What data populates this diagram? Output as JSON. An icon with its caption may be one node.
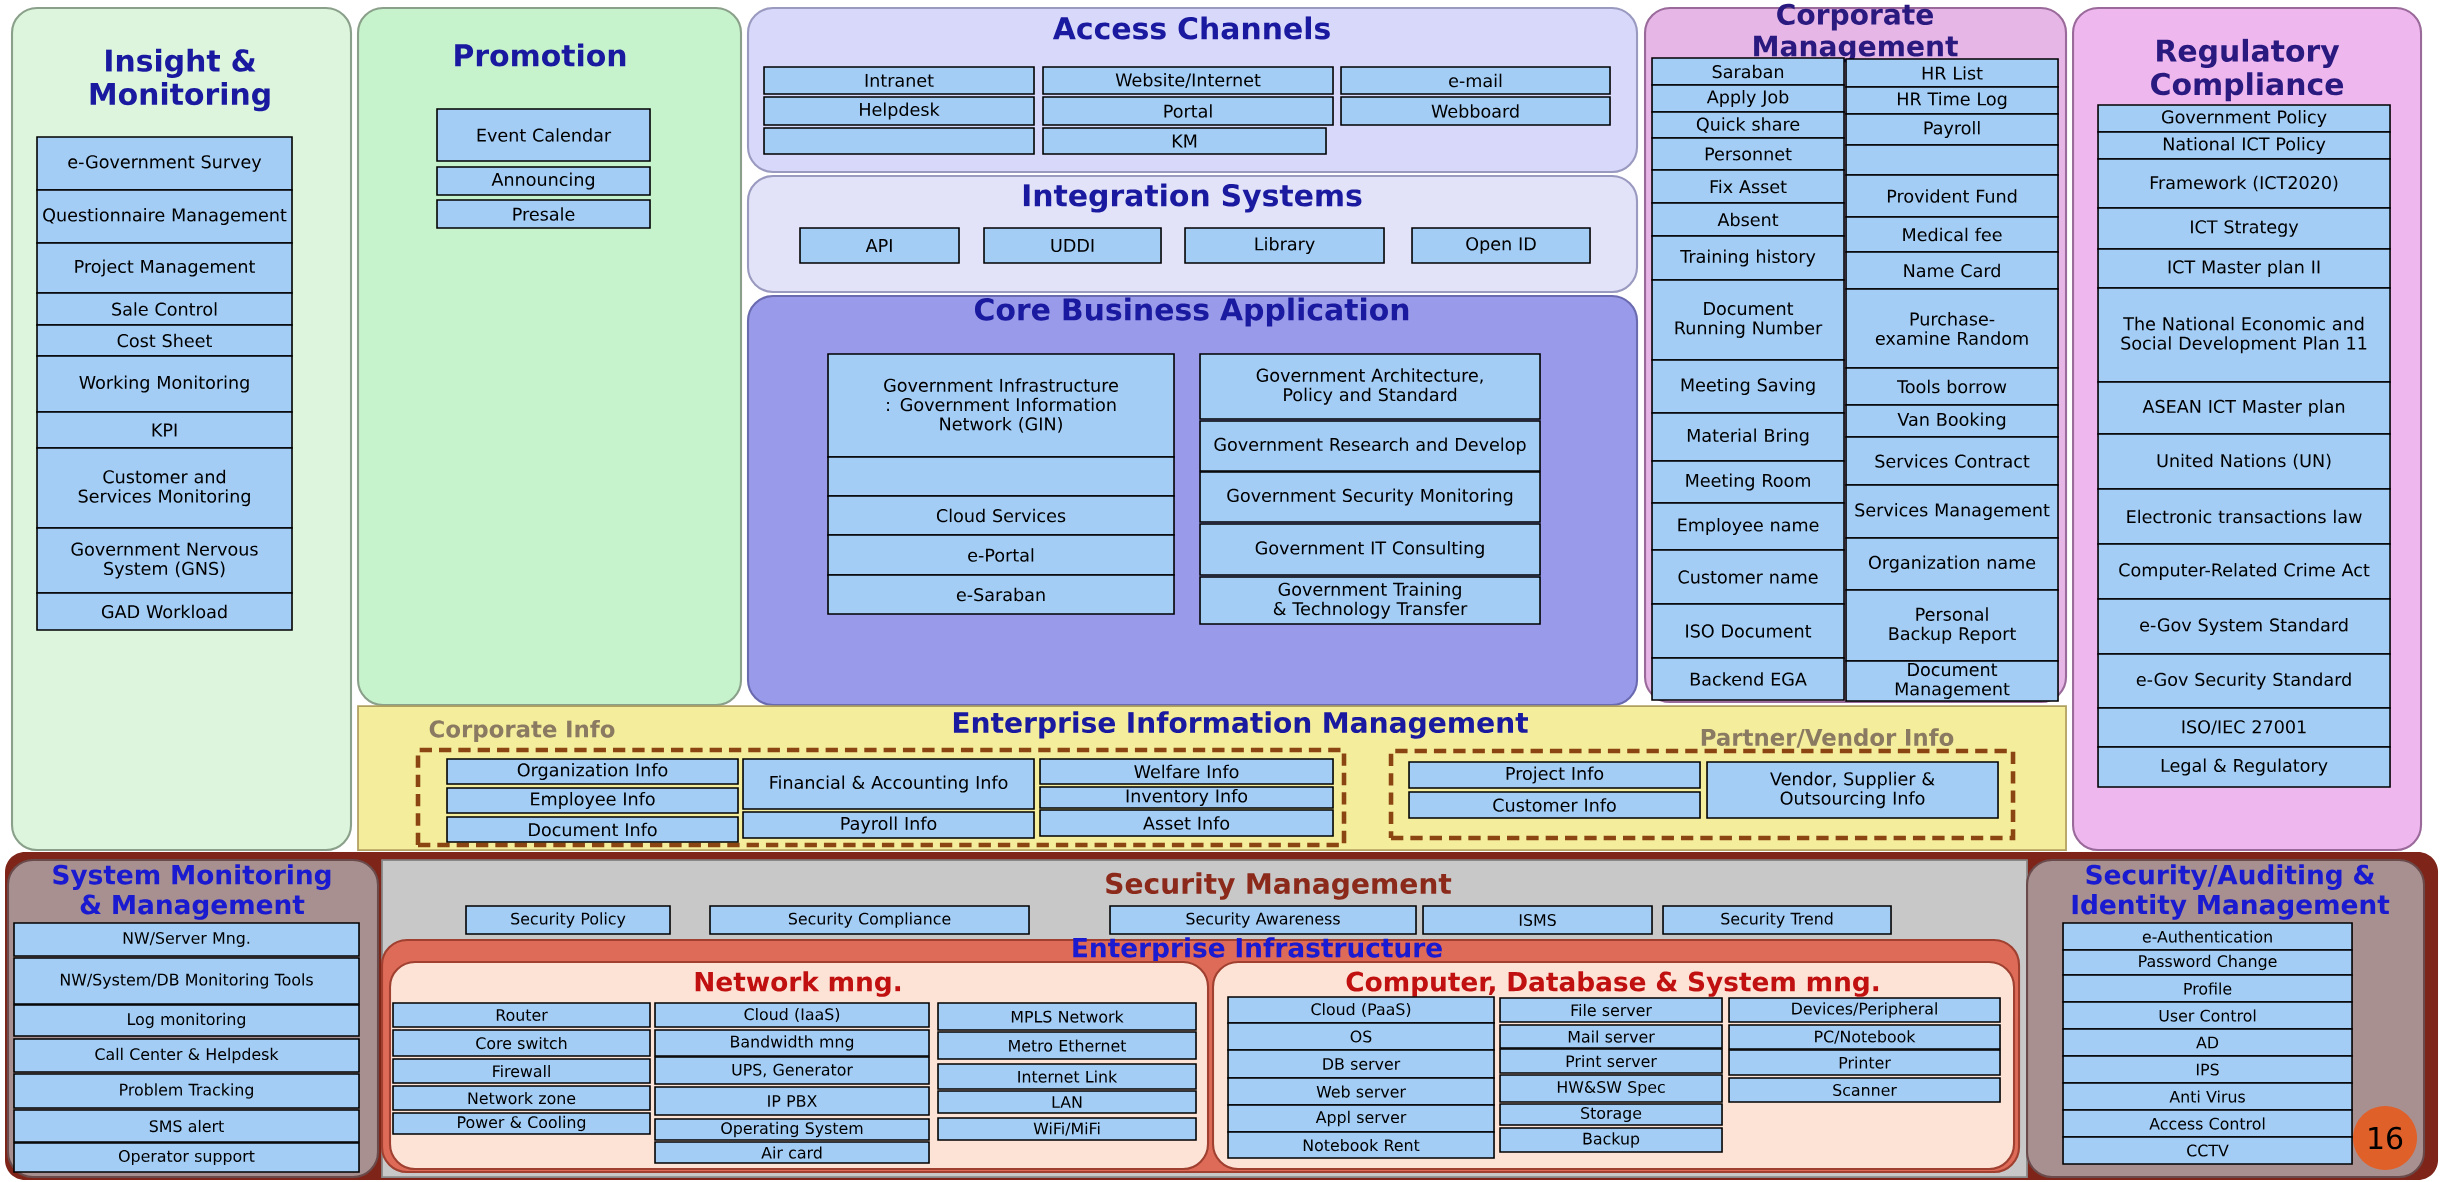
{
  "diagram": {
    "nodes": [
      {
        "text": [
          "Insight & Monitoring"
        ]
      },
      {
        "text": [
          "e-Government Survey"
        ],
        "in": 0
      },
      {
        "text": [
          "Questionnaire Management"
        ],
        "in": 0
      },
      {
        "text": [
          "Project Management"
        ],
        "in": 0
      },
      {
        "text": [
          "Sale Control"
        ],
        "in": 0
      },
      {
        "text": [
          "Cost Sheet"
        ],
        "in": 0
      },
      {
        "text": [
          "Working Monitoring"
        ],
        "in": 0
      },
      {
        "text": [
          "KPI"
        ],
        "in": 0
      },
      {
        "text": [
          "Customer and Services Monitoring"
        ],
        "in": 0
      },
      {
        "text": [
          "Government Nervous System (GNS)"
        ],
        "in": 0
      },
      {
        "text": [
          "GAD Workload"
        ],
        "in": 0
      },
      {
        "text": [
          "Promotion"
        ]
      },
      {
        "text": [
          "Event Calendar"
        ],
        "in": 11
      },
      {
        "text": [
          "Announcing"
        ],
        "in": 11
      },
      {
        "text": [
          "Presale"
        ],
        "in": 11
      },
      {
        "text": [
          "Access Channels"
        ]
      },
      {
        "text": [
          "Intranet"
        ],
        "in": 15
      },
      {
        "text": [
          "Website/Internet"
        ],
        "in": 15
      },
      {
        "text": [
          "e-mail"
        ],
        "in": 15
      },
      {
        "text": [
          "Helpdesk"
        ],
        "in": 15
      },
      {
        "text": [
          "Portal"
        ],
        "in": 15
      },
      {
        "text": [
          "Webboard"
        ],
        "in": 15
      },
      {
        "text": [],
        "shape": "box",
        "in": 15
      },
      {
        "text": [
          "KM"
        ],
        "in": 15
      },
      {
        "text": [
          "Integration Systems"
        ]
      },
      {
        "text": [
          "API"
        ],
        "in": 24
      },
      {
        "text": [
          "UDDI"
        ],
        "in": 24
      },
      {
        "text": [
          "Library"
        ],
        "in": 24
      },
      {
        "text": [
          "Open ID"
        ],
        "in": 24
      },
      {
        "text": [
          "Core Business Application"
        ]
      },
      {
        "text": [
          "Government Infrastructure : Government Information Network (GIN)"
        ],
        "in": 29
      },
      {
        "text": [],
        "shape": "box",
        "in": 29
      },
      {
        "text": [
          "Cloud Services"
        ],
        "in": 29
      },
      {
        "text": [
          "e-Portal"
        ],
        "in": 29
      },
      {
        "text": [
          "e-Saraban"
        ],
        "in": 29
      },
      {
        "text": [
          "Government Architecture, Policy and Standard"
        ],
        "in": 29
      },
      {
        "text": [
          "Government Research and Develop"
        ],
        "in": 29
      },
      {
        "text": [
          "Government Security Monitoring"
        ],
        "in": 29
      },
      {
        "text": [
          "Government IT Consulting"
        ],
        "in": 29
      },
      {
        "text": [
          "Government Training & Technology Transfer"
        ],
        "in": 29
      },
      {
        "text": [
          "Corporate Management"
        ]
      },
      {
        "text": [
          "Saraban"
        ],
        "in": 40
      },
      {
        "text": [
          "Apply Job"
        ],
        "in": 40
      },
      {
        "text": [
          "Quick share"
        ],
        "in": 40
      },
      {
        "text": [
          "Personnet"
        ],
        "in": 40
      },
      {
        "text": [
          "Fix Asset"
        ],
        "in": 40
      },
      {
        "text": [
          "Absent"
        ],
        "in": 40
      },
      {
        "text": [
          "Training history"
        ],
        "in": 40
      },
      {
        "text": [
          "Document Running Number"
        ],
        "in": 40
      },
      {
        "text": [
          "Meeting Saving"
        ],
        "in": 40
      },
      {
        "text": [
          "Material Bring"
        ],
        "in": 40
      },
      {
        "text": [
          "Meeting Room"
        ],
        "in": 40
      },
      {
        "text": [
          "Employee name"
        ],
        "in": 40
      },
      {
        "text": [
          "Customer name"
        ],
        "in": 40
      },
      {
        "text": [
          "ISO Document"
        ],
        "in": 40
      },
      {
        "text": [
          "Backend EGA"
        ],
        "in": 40
      },
      {
        "text": [
          "HR List"
        ],
        "in": 40
      },
      {
        "text": [
          "HR Time Log"
        ],
        "in": 40
      },
      {
        "text": [
          "Payroll"
        ],
        "in": 40
      },
      {
        "text": [],
        "shape": "box",
        "in": 40
      },
      {
        "text": [
          "Provident Fund"
        ],
        "in": 40
      },
      {
        "text": [
          "Medical fee"
        ],
        "in": 40
      },
      {
        "text": [
          "Name Card"
        ],
        "in": 40
      },
      {
        "text": [
          "Purchase-examine Random"
        ],
        "in": 40
      },
      {
        "text": [
          "Tools borrow"
        ],
        "in": 40
      },
      {
        "text": [
          "Van Booking"
        ],
        "in": 40
      },
      {
        "text": [
          "Services Contract"
        ],
        "in": 40
      },
      {
        "text": [
          "Services Management"
        ],
        "in": 40
      },
      {
        "text": [
          "Organization name"
        ],
        "in": 40
      },
      {
        "text": [
          "Personal Backup Report"
        ],
        "in": 40
      },
      {
        "text": [
          "Document Management"
        ],
        "in": 40
      },
      {
        "text": [
          "Regulatory Compliance"
        ]
      },
      {
        "text": [
          "Government Policy"
        ],
        "in": 71
      },
      {
        "text": [
          "National ICT Policy"
        ],
        "in": 71
      },
      {
        "text": [
          "Framework (ICT2020)"
        ],
        "in": 71
      },
      {
        "text": [
          "ICT Strategy"
        ],
        "in": 71
      },
      {
        "text": [
          "ICT Master plan II"
        ],
        "in": 71
      },
      {
        "text": [
          "The National Economic and Social Development Plan 11"
        ],
        "in": 71
      },
      {
        "text": [
          "ASEAN ICT Master plan"
        ],
        "in": 71
      },
      {
        "text": [
          "United Nations (UN)"
        ],
        "in": 71
      },
      {
        "text": [
          "Electronic transactions law"
        ],
        "in": 71
      },
      {
        "text": [
          "Computer-Related Crime Act"
        ],
        "in": 71
      },
      {
        "text": [
          "e-Gov System Standard"
        ],
        "in": 71
      },
      {
        "text": [
          "e-Gov Security Standard"
        ],
        "in": 71
      },
      {
        "text": [
          "ISO/IEC 27001"
        ],
        "in": 71
      },
      {
        "text": [
          "Legal & Regulatory"
        ],
        "in": 71
      },
      {
        "text": [
          "Enterprise Information Management"
        ]
      },
      {
        "text": [
          "Corporate Info"
        ],
        "in": 86
      },
      {
        "text": [
          "Organization Info"
        ],
        "in": 87
      },
      {
        "text": [
          "Employee Info"
        ],
        "in": 87
      },
      {
        "text": [
          "Document Info"
        ],
        "in": 87
      },
      {
        "text": [
          "Financial & Accounting Info"
        ],
        "in": 87
      },
      {
        "text": [
          "Payroll Info"
        ],
        "in": 87
      },
      {
        "text": [
          "Welfare Info"
        ],
        "in": 87
      },
      {
        "text": [
          "Inventory Info"
        ],
        "in": 87
      },
      {
        "text": [
          "Asset Info"
        ],
        "in": 87
      },
      {
        "text": [
          "Partner/Vendor Info"
        ],
        "in": 86
      },
      {
        "text": [
          "Project Info"
        ],
        "in": 96
      },
      {
        "text": [
          "Customer Info"
        ],
        "in": 96
      },
      {
        "text": [
          "Vendor, Supplier & Outsourcing Info"
        ],
        "in": 96
      },
      {
        "text": [
          "System Monitoring & Management"
        ]
      },
      {
        "text": [
          "NW/Server Mng."
        ],
        "in": 100
      },
      {
        "text": [
          "NW/System/DB Monitoring Tools"
        ],
        "in": 100
      },
      {
        "text": [
          "Log monitoring"
        ],
        "in": 100
      },
      {
        "text": [
          "Call Center & Helpdesk"
        ],
        "in": 100
      },
      {
        "text": [
          "Problem Tracking"
        ],
        "in": 100
      },
      {
        "text": [
          "SMS alert"
        ],
        "in": 100
      },
      {
        "text": [
          "Operator support"
        ],
        "in": 100
      },
      {
        "text": [
          "Security Management"
        ]
      },
      {
        "text": [
          "Security Policy"
        ],
        "in": 108
      },
      {
        "text": [
          "Security Compliance"
        ],
        "in": 108
      },
      {
        "text": [
          "Security Awareness"
        ],
        "in": 108
      },
      {
        "text": [
          "ISMS"
        ],
        "in": 108
      },
      {
        "text": [
          "Security Trend"
        ],
        "in": 108
      },
      {
        "text": [
          "Enterprise Infrastructure"
        ],
        "in": 108
      },
      {
        "text": [
          "Network mng."
        ],
        "in": 114
      },
      {
        "text": [
          "Router"
        ],
        "in": 115
      },
      {
        "text": [
          "Core switch"
        ],
        "in": 115
      },
      {
        "text": [
          "Firewall"
        ],
        "in": 115
      },
      {
        "text": [
          "Network zone"
        ],
        "in": 115
      },
      {
        "text": [
          "Power & Cooling"
        ],
        "in": 115
      },
      {
        "text": [
          "Cloud (IaaS)"
        ],
        "in": 115
      },
      {
        "text": [
          "Bandwidth mng"
        ],
        "in": 115
      },
      {
        "text": [
          "UPS, Generator"
        ],
        "in": 115
      },
      {
        "text": [
          "IP PBX"
        ],
        "in": 115
      },
      {
        "text": [
          "Operating System"
        ],
        "in": 115
      },
      {
        "text": [
          "Air card"
        ],
        "in": 115
      },
      {
        "text": [
          "MPLS Network"
        ],
        "in": 115
      },
      {
        "text": [
          "Metro Ethernet"
        ],
        "in": 115
      },
      {
        "text": [
          "Internet Link"
        ],
        "in": 115
      },
      {
        "text": [
          "LAN"
        ],
        "in": 115
      },
      {
        "text": [
          "WiFi/MiFi"
        ],
        "in": 115
      },
      {
        "text": [
          "Computer, Database & System mng."
        ],
        "in": 114
      },
      {
        "text": [
          "Cloud (PaaS)"
        ],
        "in": 132
      },
      {
        "text": [
          "OS"
        ],
        "in": 132
      },
      {
        "text": [
          "DB server"
        ],
        "in": 132
      },
      {
        "text": [
          "Web server"
        ],
        "in": 132
      },
      {
        "text": [
          "Appl server"
        ],
        "in": 132
      },
      {
        "text": [
          "Notebook Rent"
        ],
        "in": 132
      },
      {
        "text": [
          "File server"
        ],
        "in": 132
      },
      {
        "text": [
          "Mail server"
        ],
        "in": 132
      },
      {
        "text": [
          "Print server"
        ],
        "in": 132
      },
      {
        "text": [
          "HW&SW Spec"
        ],
        "in": 132
      },
      {
        "text": [
          "Storage"
        ],
        "in": 132
      },
      {
        "text": [
          "Backup"
        ],
        "in": 132
      },
      {
        "text": [
          "Devices/Peripheral"
        ],
        "in": 132
      },
      {
        "text": [
          "PC/Notebook"
        ],
        "in": 132
      },
      {
        "text": [
          "Printer"
        ],
        "in": 132
      },
      {
        "text": [
          "Scanner"
        ],
        "in": 132
      },
      {
        "text": [
          "Security/Auditing & Identity Management"
        ]
      },
      {
        "text": [
          "e-Authentication"
        ],
        "in": 149
      },
      {
        "text": [
          "Password Change"
        ],
        "in": 149
      },
      {
        "text": [
          "Profile"
        ],
        "in": 149
      },
      {
        "text": [
          "User Control"
        ],
        "in": 149
      },
      {
        "text": [
          "AD"
        ],
        "in": 149
      },
      {
        "text": [
          "IPS"
        ],
        "in": 149
      },
      {
        "text": [
          "Anti Virus"
        ],
        "in": 149
      },
      {
        "text": [
          "Access Control"
        ],
        "in": 149
      },
      {
        "text": [
          "CCTV"
        ],
        "in": 149
      }
    ],
    "labels": [
      "16"
    ]
  }
}
